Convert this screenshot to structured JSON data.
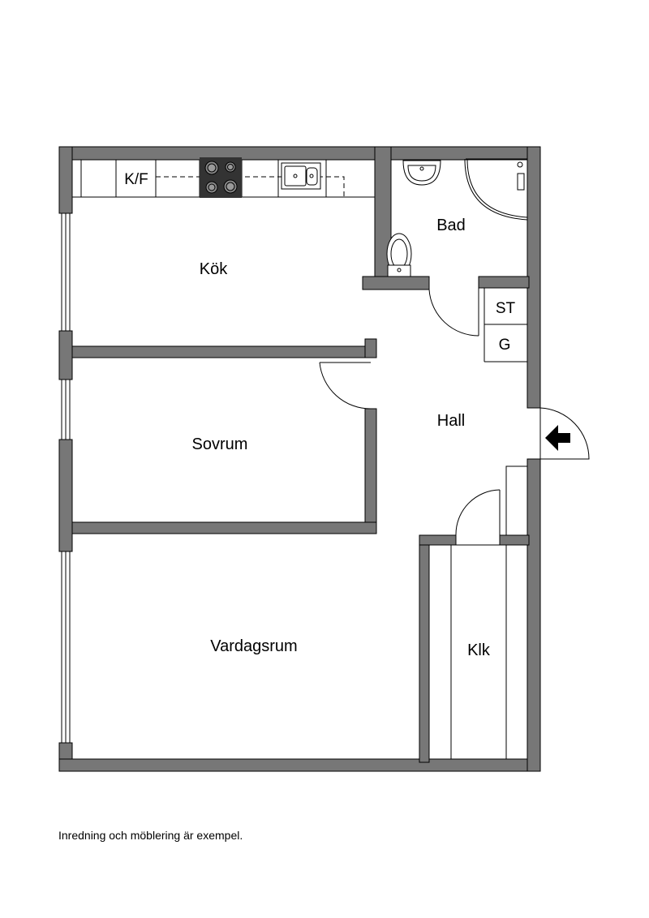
{
  "rooms": {
    "kitchen": "Kök",
    "bath": "Bad",
    "bedroom": "Sovrum",
    "hall": "Hall",
    "living": "Vardagsrum",
    "closet": "Klk"
  },
  "fixtures": {
    "fridge_freezer": "K/F",
    "storage": "ST",
    "wardrobe": "G"
  },
  "footnote": "Inredning och möblering är exempel.",
  "colors": {
    "wall": "#777777",
    "line": "#000000",
    "stove": "#333333"
  },
  "icons": [
    "entrance-arrow-icon",
    "sink-icon",
    "washbasin-icon",
    "toilet-icon",
    "shower-icon",
    "stove-icon",
    "window-icon",
    "door-swing-icon"
  ]
}
